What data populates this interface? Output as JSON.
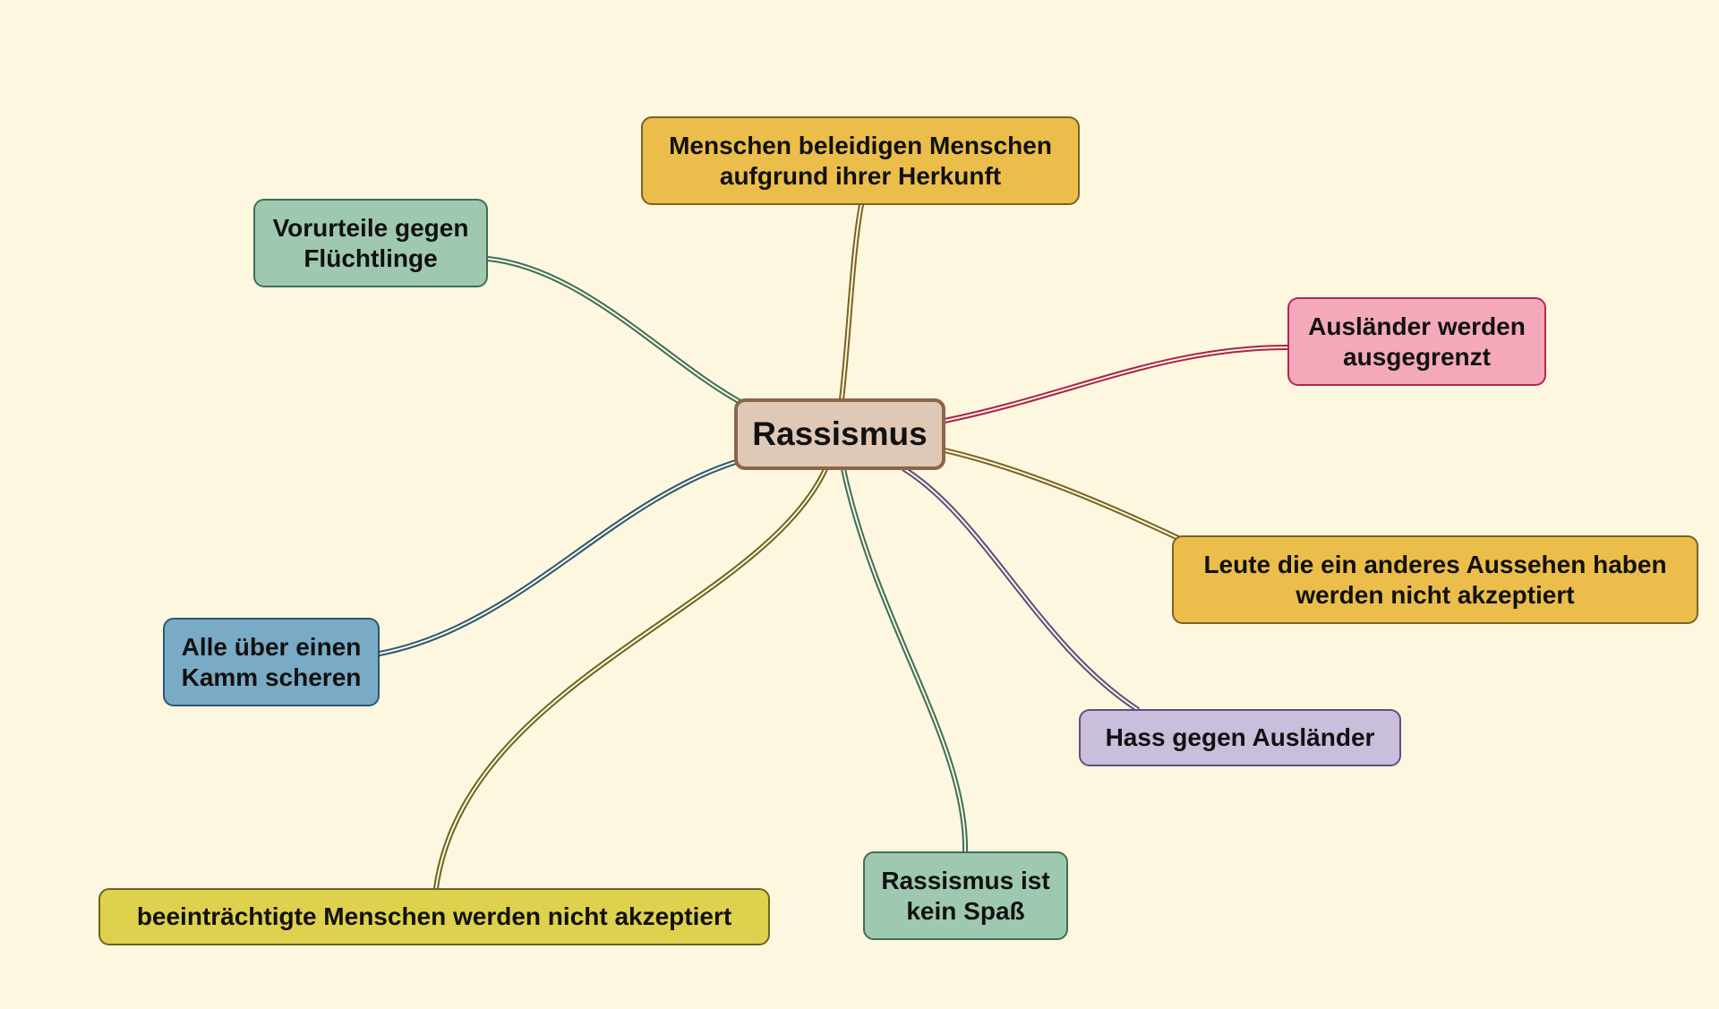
{
  "center": {
    "label": "Rassismus",
    "fill": "#e0c8b7",
    "stroke": "#8c6548"
  },
  "branches": [
    {
      "id": "herkunft",
      "label": "Menschen beleidigen Menschen\naufgrund ihrer Herkunft",
      "fill": "#ebbd4a",
      "stroke": "#7a6224",
      "line": "#7a6224"
    },
    {
      "id": "vorurteile",
      "label": "Vorurteile gegen\nFlüchtlinge",
      "fill": "#9fc8b0",
      "stroke": "#3f6e5a",
      "line": "#3f6e5a"
    },
    {
      "id": "ausgegrenzt",
      "label": "Ausländer werden\nausgegrenzt",
      "fill": "#f3a9ba",
      "stroke": "#b8234e",
      "line": "#a8234a"
    },
    {
      "id": "aussehen",
      "label": "Leute die ein anderes Aussehen haben\nwerden nicht akzeptiert",
      "fill": "#ebbd4a",
      "stroke": "#7a6224",
      "line": "#7a6224"
    },
    {
      "id": "hass",
      "label": "Hass gegen Ausländer",
      "fill": "#c9bedb",
      "stroke": "#5e4f80",
      "line": "#5e4f80"
    },
    {
      "id": "kamm",
      "label": "Alle über einen\nKamm scheren",
      "fill": "#7aabc6",
      "stroke": "#2c5573",
      "line": "#2c5573"
    },
    {
      "id": "beeintraechtigte",
      "label": "beeinträchtigte Menschen werden nicht akzeptiert",
      "fill": "#ddd14e",
      "stroke": "#6d6420",
      "line": "#6d6420"
    },
    {
      "id": "spass",
      "label": "Rassismus ist\nkein Spaß",
      "fill": "#9fc8b0",
      "stroke": "#3f6e5a",
      "line": "#3f6e5a"
    }
  ]
}
